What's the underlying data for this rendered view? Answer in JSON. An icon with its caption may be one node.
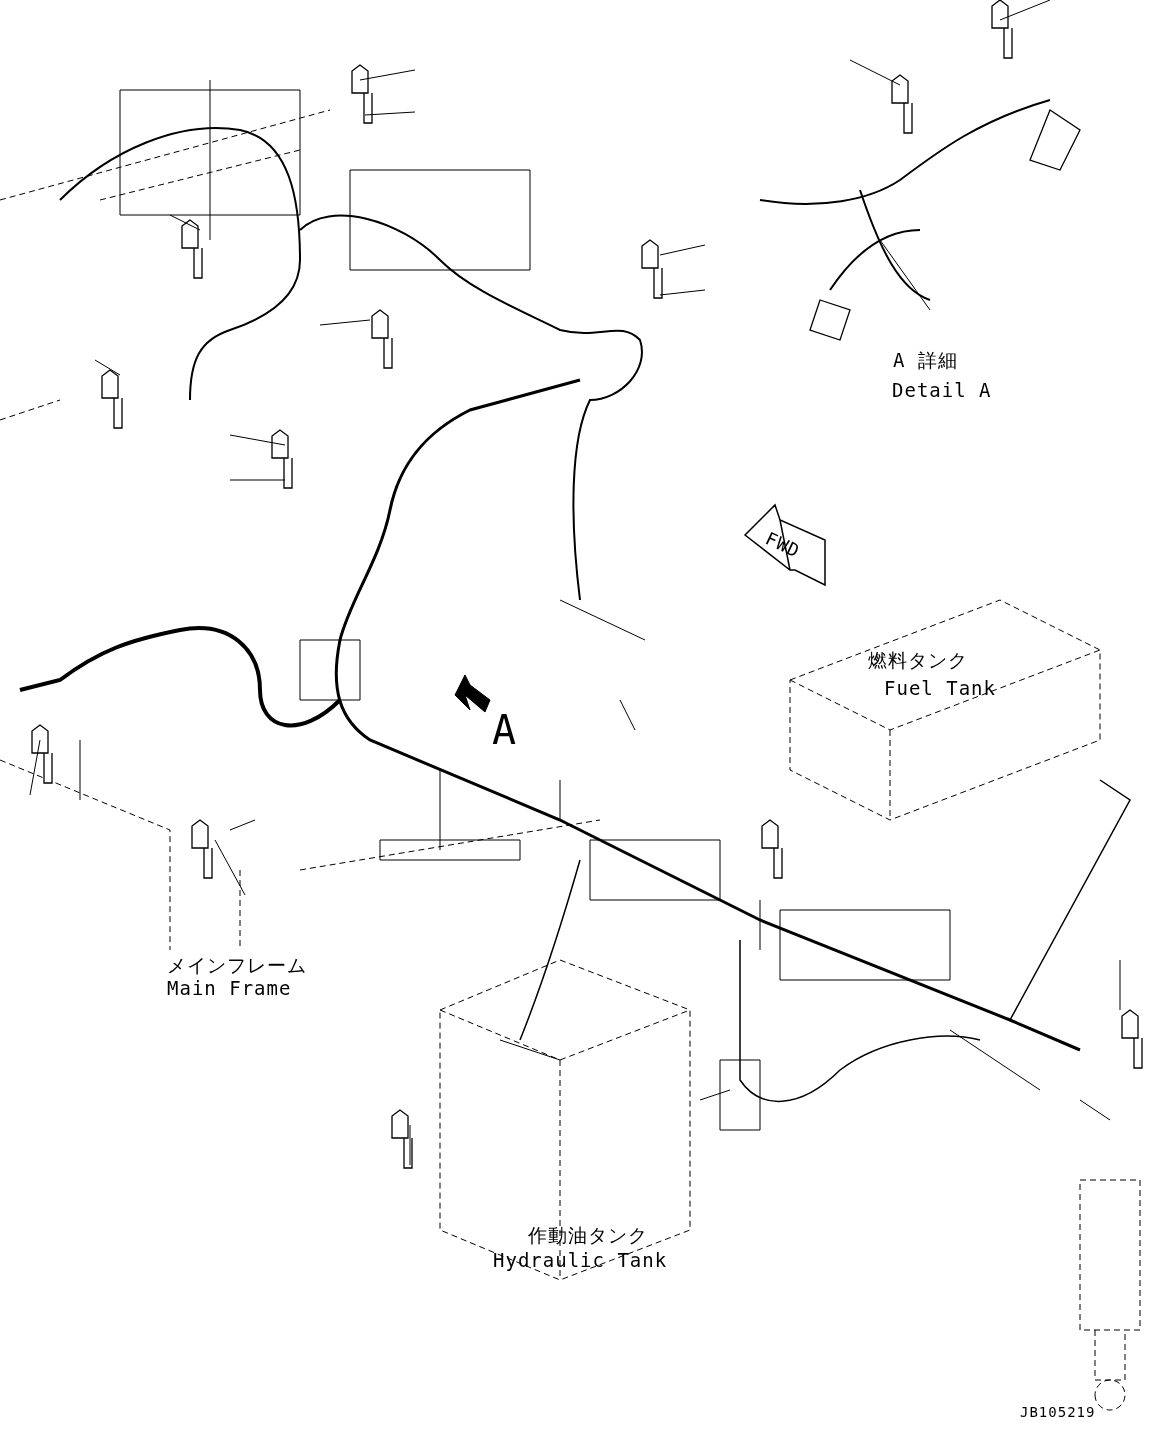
{
  "diagram": {
    "labels": [
      "A 詳細",
      "Detail A",
      "FWD",
      "燃料タンク",
      "Fuel Tank",
      "A",
      "メインフレーム",
      "Main Frame",
      "作動油タンク",
      "Hydraulic Tank",
      "JB105219"
    ]
  }
}
